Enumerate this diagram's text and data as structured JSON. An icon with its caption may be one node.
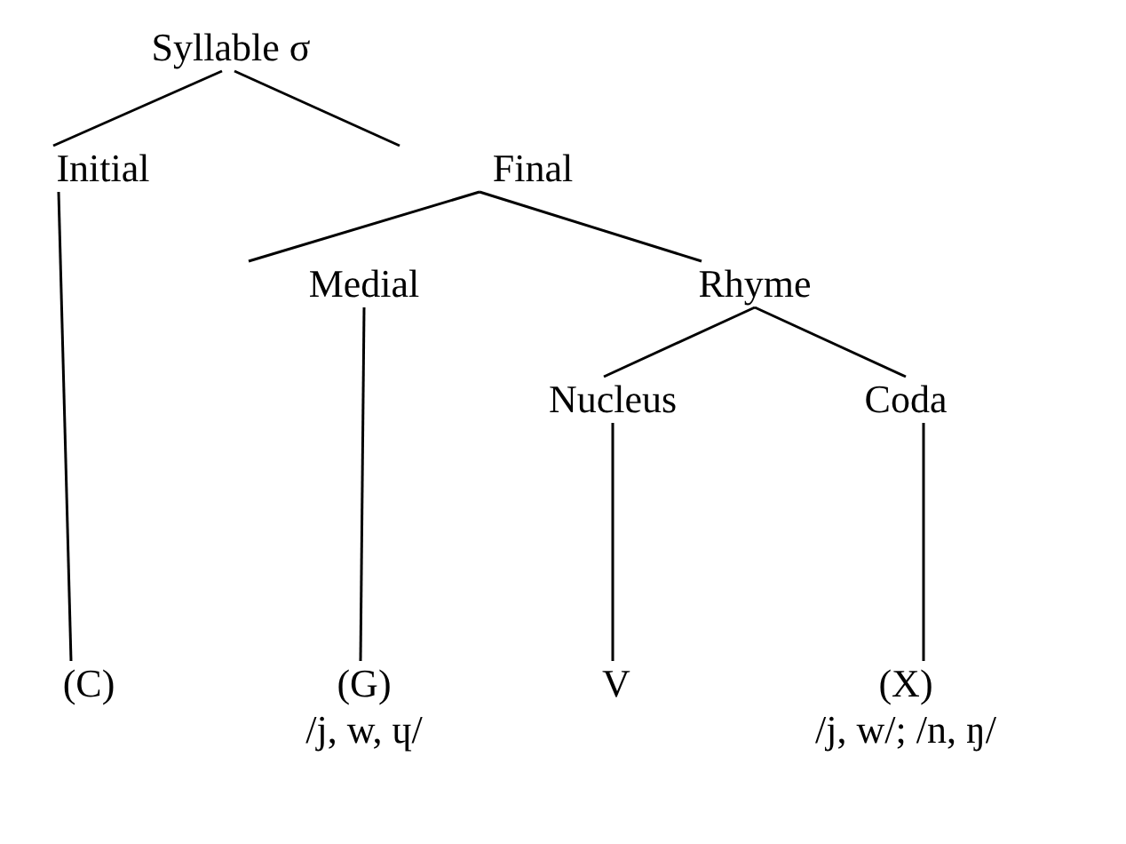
{
  "diagram": {
    "nodes": [
      {
        "text": [
          "Syllable σ"
        ]
      },
      {
        "text": [
          "Initial"
        ]
      },
      {
        "text": [
          "Final"
        ]
      },
      {
        "text": [
          "Medial"
        ]
      },
      {
        "text": [
          "Rhyme"
        ]
      },
      {
        "text": [
          "Nucleus"
        ]
      },
      {
        "text": [
          "Coda"
        ]
      },
      {
        "text": [
          "(C)"
        ]
      },
      {
        "text": [
          "(G)"
        ],
        "beside": [
          "/j, w, ɥ/"
        ]
      },
      {
        "text": [
          "V"
        ]
      },
      {
        "text": [
          "(X)"
        ],
        "beside": [
          "/j, w/; /n, ŋ/"
        ]
      }
    ],
    "edges": [
      {
        "from": 0,
        "to": 1,
        "arrow": "none"
      },
      {
        "from": 0,
        "to": 2,
        "arrow": "none"
      },
      {
        "from": 1,
        "to": 7,
        "arrow": "none"
      },
      {
        "from": 2,
        "to": 3,
        "arrow": "none"
      },
      {
        "from": 2,
        "to": 4,
        "arrow": "none"
      },
      {
        "from": 3,
        "to": 8,
        "arrow": "none"
      },
      {
        "from": 4,
        "to": 5,
        "arrow": "none"
      },
      {
        "from": 4,
        "to": 6,
        "arrow": "none"
      },
      {
        "from": 5,
        "to": 9,
        "arrow": "none"
      },
      {
        "from": 6,
        "to": 10,
        "arrow": "none"
      }
    ]
  }
}
